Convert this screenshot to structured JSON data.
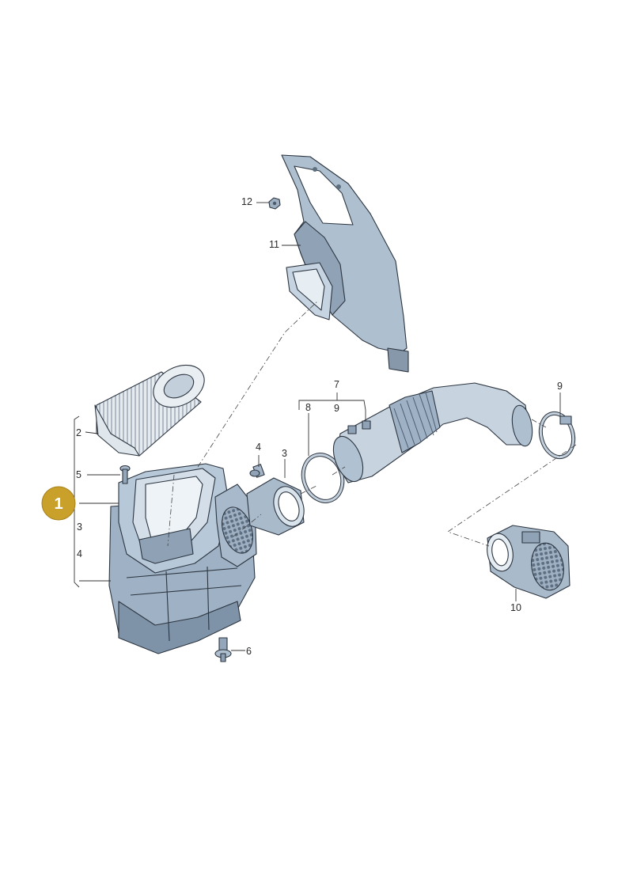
{
  "diagram": {
    "main_badge": "1",
    "callouts": {
      "c2": "2",
      "c3a": "3",
      "c3b": "3",
      "c4a": "4",
      "c4b": "4",
      "c5": "5",
      "c6": "6",
      "c7": "7",
      "c9a": "9",
      "c9b": "9",
      "c8": "8",
      "c10": "10",
      "c11": "11",
      "c12": "12"
    },
    "colors": {
      "badge": "#c9a02a",
      "part_fill": "#b8c7d6",
      "part_dark": "#8fa2b6",
      "part_shadow": "#6f8397",
      "filter_fill": "#e3e8ed"
    }
  }
}
